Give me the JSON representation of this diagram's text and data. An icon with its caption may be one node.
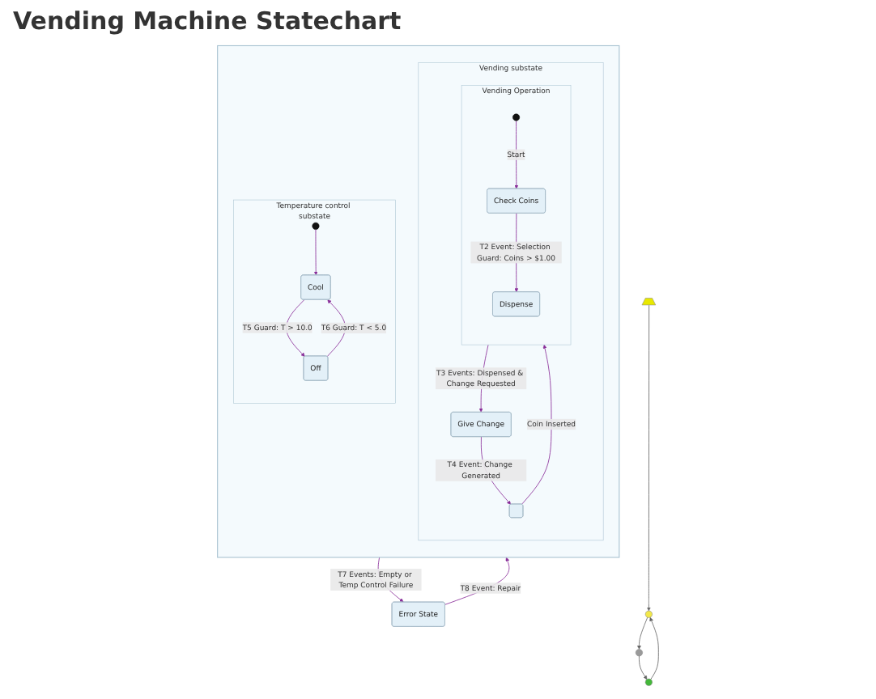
{
  "diagram": {
    "title": "Vending Machine Statechart",
    "nodes": [
      {
        "text": [],
        "shape": "box"
      },
      {
        "text": [
          "Vending substate"
        ],
        "in": 0
      },
      {
        "text": [],
        "shape": "box",
        "in": 1
      },
      {
        "text": [
          "Vending Operation"
        ],
        "in": 1
      },
      {
        "text": [],
        "shape": "circle",
        "in": 3
      },
      {
        "text": [
          "Check Coins"
        ],
        "in": 3
      },
      {
        "text": [
          "Dispense"
        ],
        "in": 3
      },
      {
        "text": [
          "Give Change"
        ],
        "in": 1
      },
      {
        "text": [
          "Temperature control substate"
        ],
        "in": 0
      },
      {
        "text": [],
        "shape": "circle",
        "in": 8
      },
      {
        "text": [
          "Cool"
        ],
        "in": 8
      },
      {
        "text": [
          "Off"
        ],
        "in": 8
      },
      {
        "text": [
          "Error State"
        ]
      },
      {
        "text": [],
        "shape": "triangle"
      },
      {
        "text": [],
        "shape": "circle"
      },
      {
        "text": [],
        "shape": "circle"
      },
      {
        "text": [],
        "shape": "circle"
      }
    ],
    "edges": [
      {
        "from": 2,
        "to": 3,
        "arrow": "to",
        "label": "Coin Inserted",
        "color": "#8a2f9a"
      },
      {
        "from": 4,
        "to": 5,
        "arrow": "to",
        "label": "Start",
        "color": "#8a2f9a"
      },
      {
        "from": 5,
        "to": 6,
        "arrow": "to",
        "label": "T2 Event: Selection Guard: Coins > $1.00",
        "color": "#8a2f9a"
      },
      {
        "from": 3,
        "to": 7,
        "arrow": "to",
        "label": "T3 Events: Dispensed & Change Requested",
        "color": "#8a2f9a"
      },
      {
        "from": 7,
        "to": 2,
        "arrow": "to",
        "label": "T4 Event: Change Generated",
        "color": "#8a2f9a"
      },
      {
        "from": 9,
        "to": 10,
        "arrow": "to",
        "color": "#8a2f9a"
      },
      {
        "from": 10,
        "to": 11,
        "arrow": "to",
        "label": "T5 Guard: T > 10.0",
        "color": "#8a2f9a"
      },
      {
        "from": 11,
        "to": 10,
        "arrow": "to",
        "label": "T6 Guard: T < 5.0",
        "color": "#8a2f9a"
      },
      {
        "from": 12,
        "to": 0,
        "arrow": "to",
        "label": "T8 Event: Repair",
        "color": "#8a2f9a"
      },
      {
        "from": 0,
        "to": 12,
        "arrow": "to",
        "label": "T7 Events: Empty or Temp Control Failure",
        "color": "#8a2f9a"
      },
      {
        "from": 13,
        "to": 14,
        "arrow": "to"
      },
      {
        "from": 14,
        "to": 15,
        "arrow": "to"
      },
      {
        "from": 15,
        "to": 16,
        "arrow": "to"
      },
      {
        "from": 16,
        "to": 14,
        "arrow": "to"
      }
    ]
  }
}
